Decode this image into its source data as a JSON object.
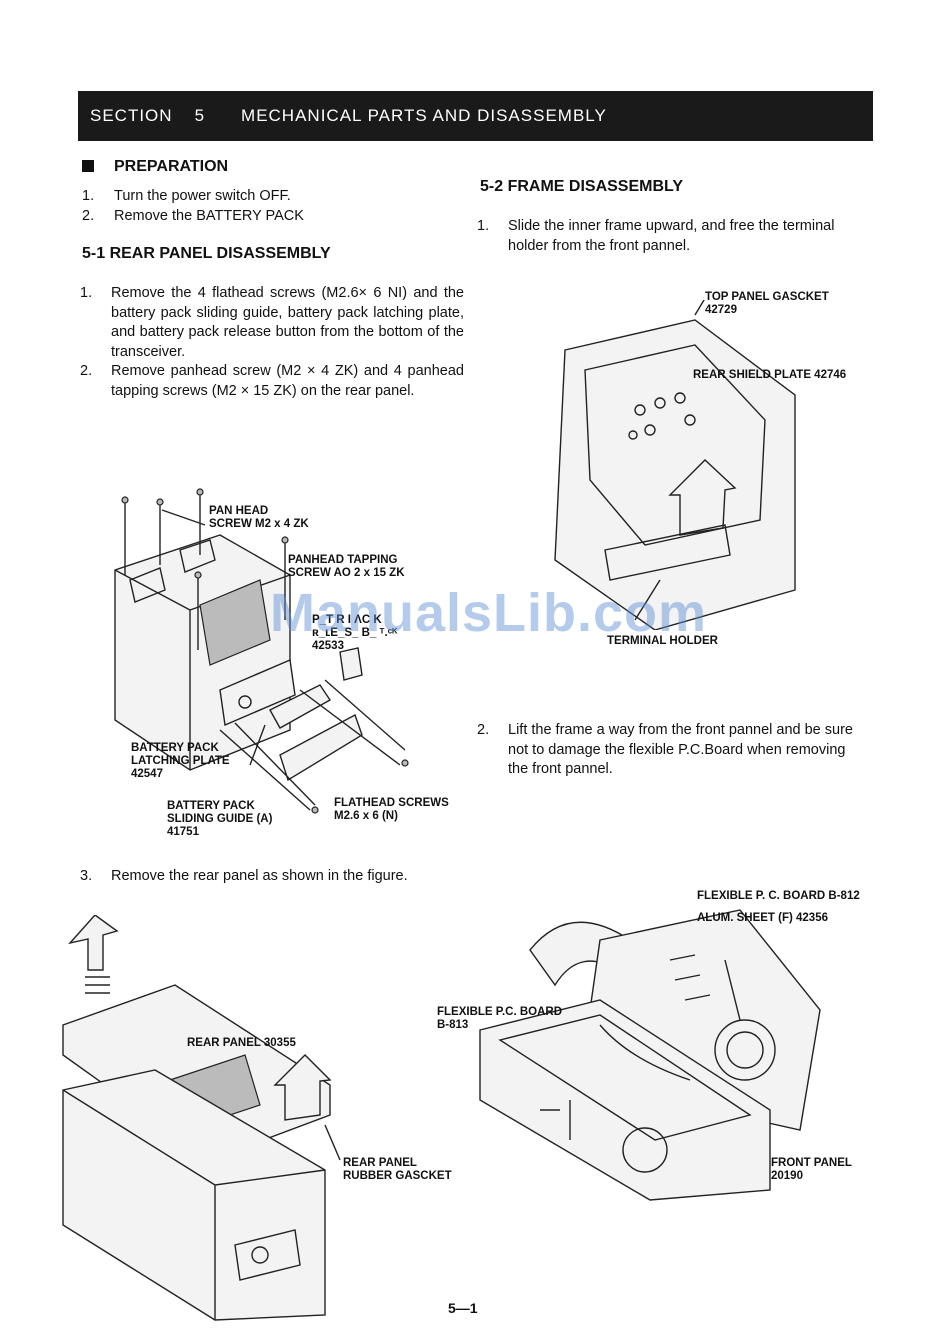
{
  "header": {
    "section_label": "SECTION",
    "section_number": "5",
    "section_title": "MECHANICAL PARTS AND DISASSEMBLY"
  },
  "preparation": {
    "title": "PREPARATION",
    "steps": [
      {
        "num": "1.",
        "text": "Turn the power switch OFF."
      },
      {
        "num": "2.",
        "text": "Remove the BATTERY PACK"
      }
    ]
  },
  "rear_panel": {
    "title": "5-1  REAR PANEL DISASSEMBLY",
    "steps": [
      {
        "num": "1.",
        "text": "Remove the 4 flathead screws (M2.6× 6 NI) and the battery pack sliding guide, battery pack latching plate, and battery pack release button from the bottom of the transceiver."
      },
      {
        "num": "2.",
        "text": "Remove panhead screw (M2 × 4 ZK) and 4 panhead tapping screws (M2 × 15 ZK) on the rear panel."
      },
      {
        "num": "3.",
        "text": "Remove the rear panel as shown in the figure."
      }
    ],
    "figure1_labels": {
      "pan_head_1": "PAN HEAD",
      "pan_head_2": "SCREW M2 x 4 ZK",
      "tapping_1": "PANHEAD TAPPING",
      "tapping_2": "SCREW AO 2 x 15 ZK",
      "release_1": "P_T R I ΛC K",
      "release_2": "ʀ_ʟE_S_ B_ ᵀ.ᶜᴷ",
      "release_3": "42533",
      "latch_1": "BATTERY PACK",
      "latch_2": "LATCHING PLATE",
      "latch_3": "42547",
      "guide_1": "BATTERY PACK",
      "guide_2": "SLIDING GUIDE (A)",
      "guide_3": "41751",
      "flat_1": "FLATHEAD SCREWS",
      "flat_2": "M2.6 x 6 (N)"
    },
    "figure3_labels": {
      "rear_panel": "REAR PANEL 30355",
      "gasket_1": "REAR PANEL",
      "gasket_2": "RUBBER GASCKET"
    }
  },
  "frame": {
    "title": "5-2  FRAME DISASSEMBLY",
    "steps": [
      {
        "num": "1.",
        "text": "Slide the inner frame upward, and free the terminal holder from the front pannel."
      },
      {
        "num": "2.",
        "text": "Lift the frame a way from the front pannel and be sure not to damage the flexible P.C.Board when removing the front pannel."
      }
    ],
    "figure2_labels": {
      "top_gasket_1": "TOP PANEL GASCKET",
      "top_gasket_2": "42729",
      "shield": "REAR SHIELD PLATE 42746",
      "terminal": "TERMINAL HOLDER"
    },
    "figure4_labels": {
      "flex812": "FLEXIBLE P. C. BOARD B-812",
      "alum": "ALUM. SHEET (F) 42356",
      "flex813_1": "FLEXIBLE P.C. BOARD",
      "flex813_2": "B-813",
      "front_1": "FRONT PANEL",
      "front_2": "20190"
    }
  },
  "watermark": "ManualsLib.com",
  "page_number": "5—1"
}
